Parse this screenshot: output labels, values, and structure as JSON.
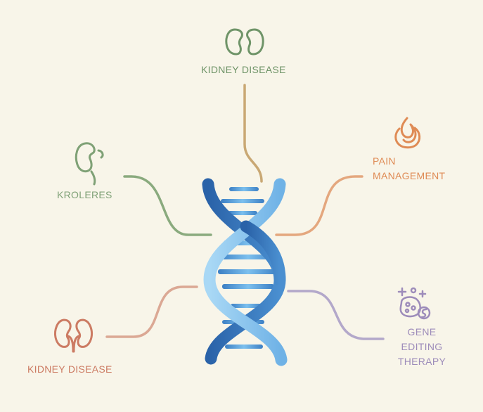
{
  "nodes": {
    "top": {
      "lines": [
        "KIDNEY DISEASE"
      ],
      "icon": "kidney-icon",
      "color": "#6f9468"
    },
    "left": {
      "lines": [
        "KROLERES"
      ],
      "icon": "kidney-icon",
      "color": "#7fa176"
    },
    "bottom_left": {
      "lines": [
        "KIDNEY DISEASE"
      ],
      "icon": "kidney-icon",
      "color": "#cc7b63"
    },
    "right": {
      "lines": [
        "PAIN",
        "MANAGEMENT"
      ],
      "icon": "flame-icon",
      "color": "#df8b55"
    },
    "bottom_right": {
      "lines": [
        "GENE",
        "EDITING",
        "THERAPY"
      ],
      "icon": "gene-therapy-icon",
      "color": "#9d8cba"
    }
  },
  "colors": {
    "background": "#f8f5e9",
    "dna_dark": "#2f6fb6",
    "dna_light": "#8cc6ef",
    "connector_top": "#c9a874",
    "connector_left": "#8aaa7e",
    "connector_bottom_left": "#dba894",
    "connector_right": "#e4a77e",
    "connector_bottom_right": "#b3a8ca"
  }
}
